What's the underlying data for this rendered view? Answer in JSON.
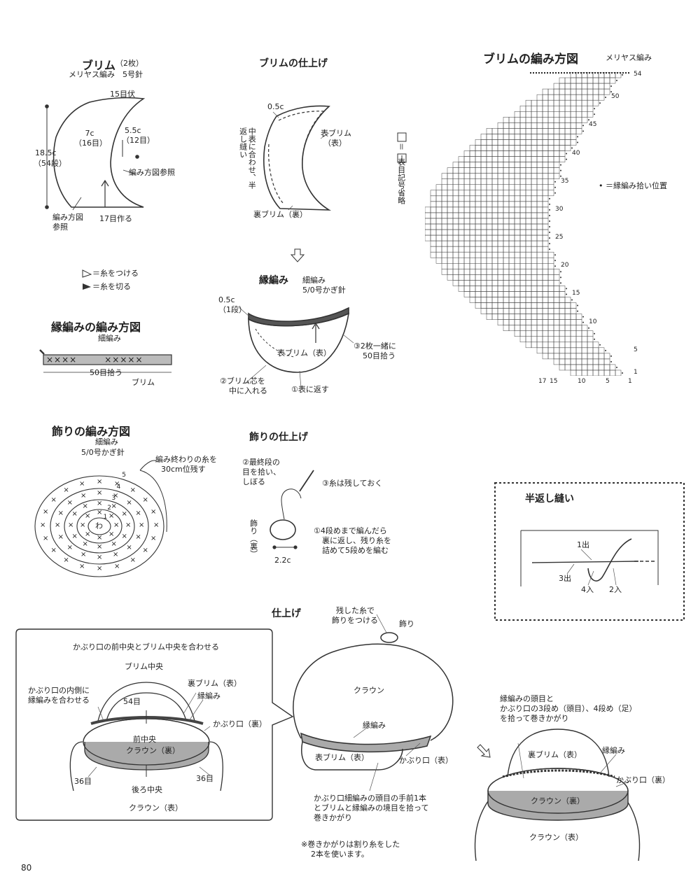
{
  "brim": {
    "title": "ブリム",
    "count": "（2枚）",
    "subtitle": "メリヤス編み　5号針",
    "bind_off": "15目伏",
    "inner_len": "7c",
    "inner_rows": "（16目）",
    "width_len": "5.5c",
    "width_sts": "（12目）",
    "height_len": "18.5c",
    "height_rows": "（54段）",
    "chart_ref": "編み方図参照",
    "chart_ref2a": "編み方図",
    "chart_ref2b": "参照",
    "cast_on": "17目作る"
  },
  "legend": {
    "attach": "＝糸をつける",
    "cut": "＝糸を切る"
  },
  "brim_finish": {
    "title": "ブリムの仕上げ",
    "margin": "0.5c",
    "vertical_note": "中表に合わせ、半返し縫い",
    "front_label": "表ブリム",
    "front_sub": "（表）",
    "back_label": "裏ブリム（裏）"
  },
  "edge": {
    "title": "縁編み",
    "sub1": "細編み",
    "sub2": "5/0号かぎ針",
    "margin": "0.5c",
    "margin2": "（1段）",
    "front": "表ブリム（表）",
    "step3a": "③2枚一緒に",
    "step3b": "50目拾う",
    "step2a": "②ブリム芯を",
    "step2b": "中に入れる",
    "step1": "①表に返す"
  },
  "edge_chart": {
    "title": "縁編みの編み方図",
    "sub": "細編み",
    "marks": "××××　　　×××××",
    "pick": "50目拾う",
    "brim": "ブリム"
  },
  "brim_chart": {
    "title": "ブリムの編み方図",
    "sub": "メリヤス編み",
    "symbol_note": "＝　表目記号省略",
    "pick_note": "• ＝縁編み拾い位置",
    "row_labels": [
      "54",
      "50",
      "45",
      "40",
      "35",
      "30",
      "25",
      "20",
      "15",
      "10",
      "5",
      "1"
    ],
    "col_labels": [
      "17",
      "15",
      "10",
      "5",
      "1"
    ]
  },
  "ornament_chart": {
    "title": "飾りの編み方図",
    "sub1": "細編み",
    "sub2": "5/0号かぎ針",
    "tail1": "編み終わりの糸を",
    "tail2": "30cm位残す",
    "center": "わ",
    "round_labels": [
      "1",
      "2",
      "3",
      "4",
      "5"
    ]
  },
  "ornament_finish": {
    "title": "飾りの仕上げ",
    "step2a": "②最終段の",
    "step2b": "目を拾い、",
    "step2c": "しぼる",
    "step3": "③糸は残しておく",
    "side": "飾り（裏）",
    "step1a": "①4段めまで編んだら",
    "step1b": "裏に返し、残り糸を",
    "step1c": "詰めて5段めを編む",
    "size": "2.2c"
  },
  "backstitch": {
    "title": "半返し縫い",
    "p1": "1出",
    "p2": "2入",
    "p3": "3出",
    "p4": "4入"
  },
  "finish": {
    "title": "仕上げ",
    "note1a": "残した糸で",
    "note1b": "飾りをつける",
    "ornament": "飾り",
    "crown": "クラウン",
    "edge": "縁編み",
    "front_brim": "表ブリム（表）",
    "opening": "かぶり口（表）",
    "note2a": "かぶり口細編みの頭目の手前1本",
    "note2b": "とブリムと縁編みの境目を拾って",
    "note2c": "巻きかがり",
    "note3a": "※巻きかがりは割り糸をした",
    "note3b": "2本を使います。"
  },
  "callout": {
    "header": "かぶり口の前中央とブリム中央を合わせる",
    "brim_center": "ブリム中央",
    "inner1": "かぶり口の内側に",
    "inner2": "縁編みを合わせる",
    "back_brim": "裏ブリム（表）",
    "edge": "縁編み",
    "count54": "54目",
    "opening_back": "かぶり口（裏）",
    "front_center": "前中央",
    "crown_back": "クラウン（裏）",
    "count36a": "36目",
    "count36b": "36目",
    "back_center": "後ろ中央",
    "crown_front": "クラウン（表）"
  },
  "right_finish": {
    "note1": "縁編みの頭目と",
    "note2": "かぶり口の3段め（頭目）、4段め（足）",
    "note3": "を拾って巻きかがり",
    "back_brim": "裏ブリム（表）",
    "edge": "縁編み",
    "opening": "かぶり口（裏）",
    "crown_back": "クラウン（裏）",
    "crown_front": "クラウン（表）"
  },
  "page_number": "80"
}
